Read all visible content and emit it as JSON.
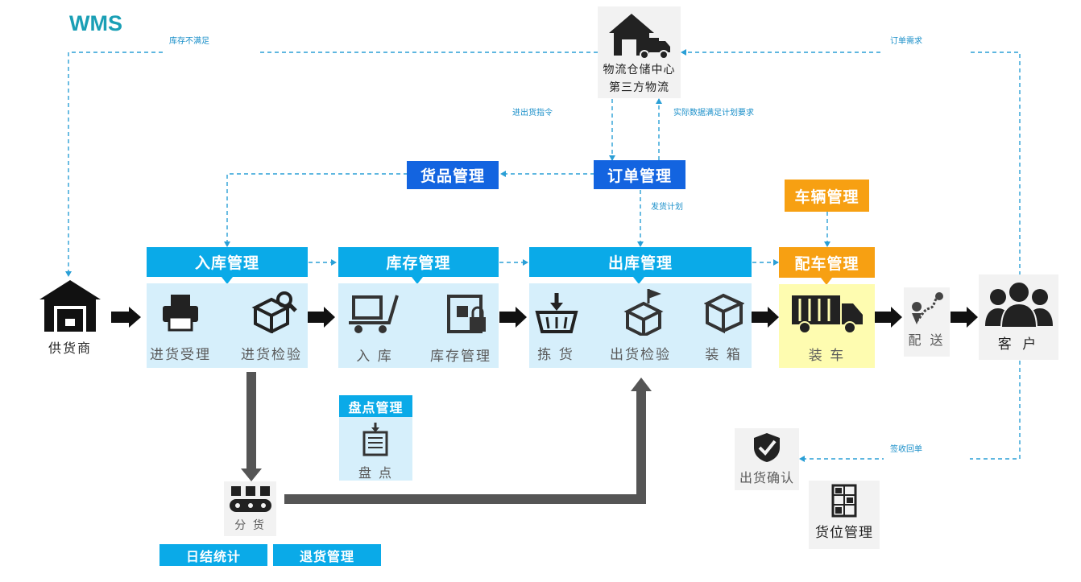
{
  "title": "WMS",
  "hub": {
    "line1": "物流仓储中心",
    "line2": "第三方物流"
  },
  "notes": {
    "stock_short": "库存不满足",
    "order_demand": "订单需求",
    "in_out_cmd": "进出货指令",
    "actual_data": "实际数据满足计划要求",
    "ship_plan": "发货计划",
    "sign_receipt": "签收回单"
  },
  "modules": {
    "goods": "货品管理",
    "order": "订单管理",
    "vehicle": "车辆管理",
    "inbound": "入库管理",
    "inventory": "库存管理",
    "outbound": "出库管理",
    "loading": "配车管理",
    "stocktake": "盘点管理",
    "daily": "日结统计",
    "returns": "退货管理"
  },
  "steps": {
    "supplier": "供货商",
    "receive": "进货受理",
    "inspect": "进货检验",
    "putaway": "入 库",
    "stock": "库存管理",
    "pick": "拣 货",
    "ship_check": "出货检验",
    "pack": "装 箱",
    "load": "装 车",
    "deliver": "配 送",
    "customer": "客 户",
    "count": "盘 点",
    "sort": "分 货",
    "confirm": "出货确认",
    "location": "货位管理"
  },
  "colors": {
    "light_blue": "#0aaae8",
    "dark_blue": "#1364e0",
    "orange": "#f7a012",
    "dash": "#2a9fd6",
    "flow_arrow": "#555555"
  }
}
